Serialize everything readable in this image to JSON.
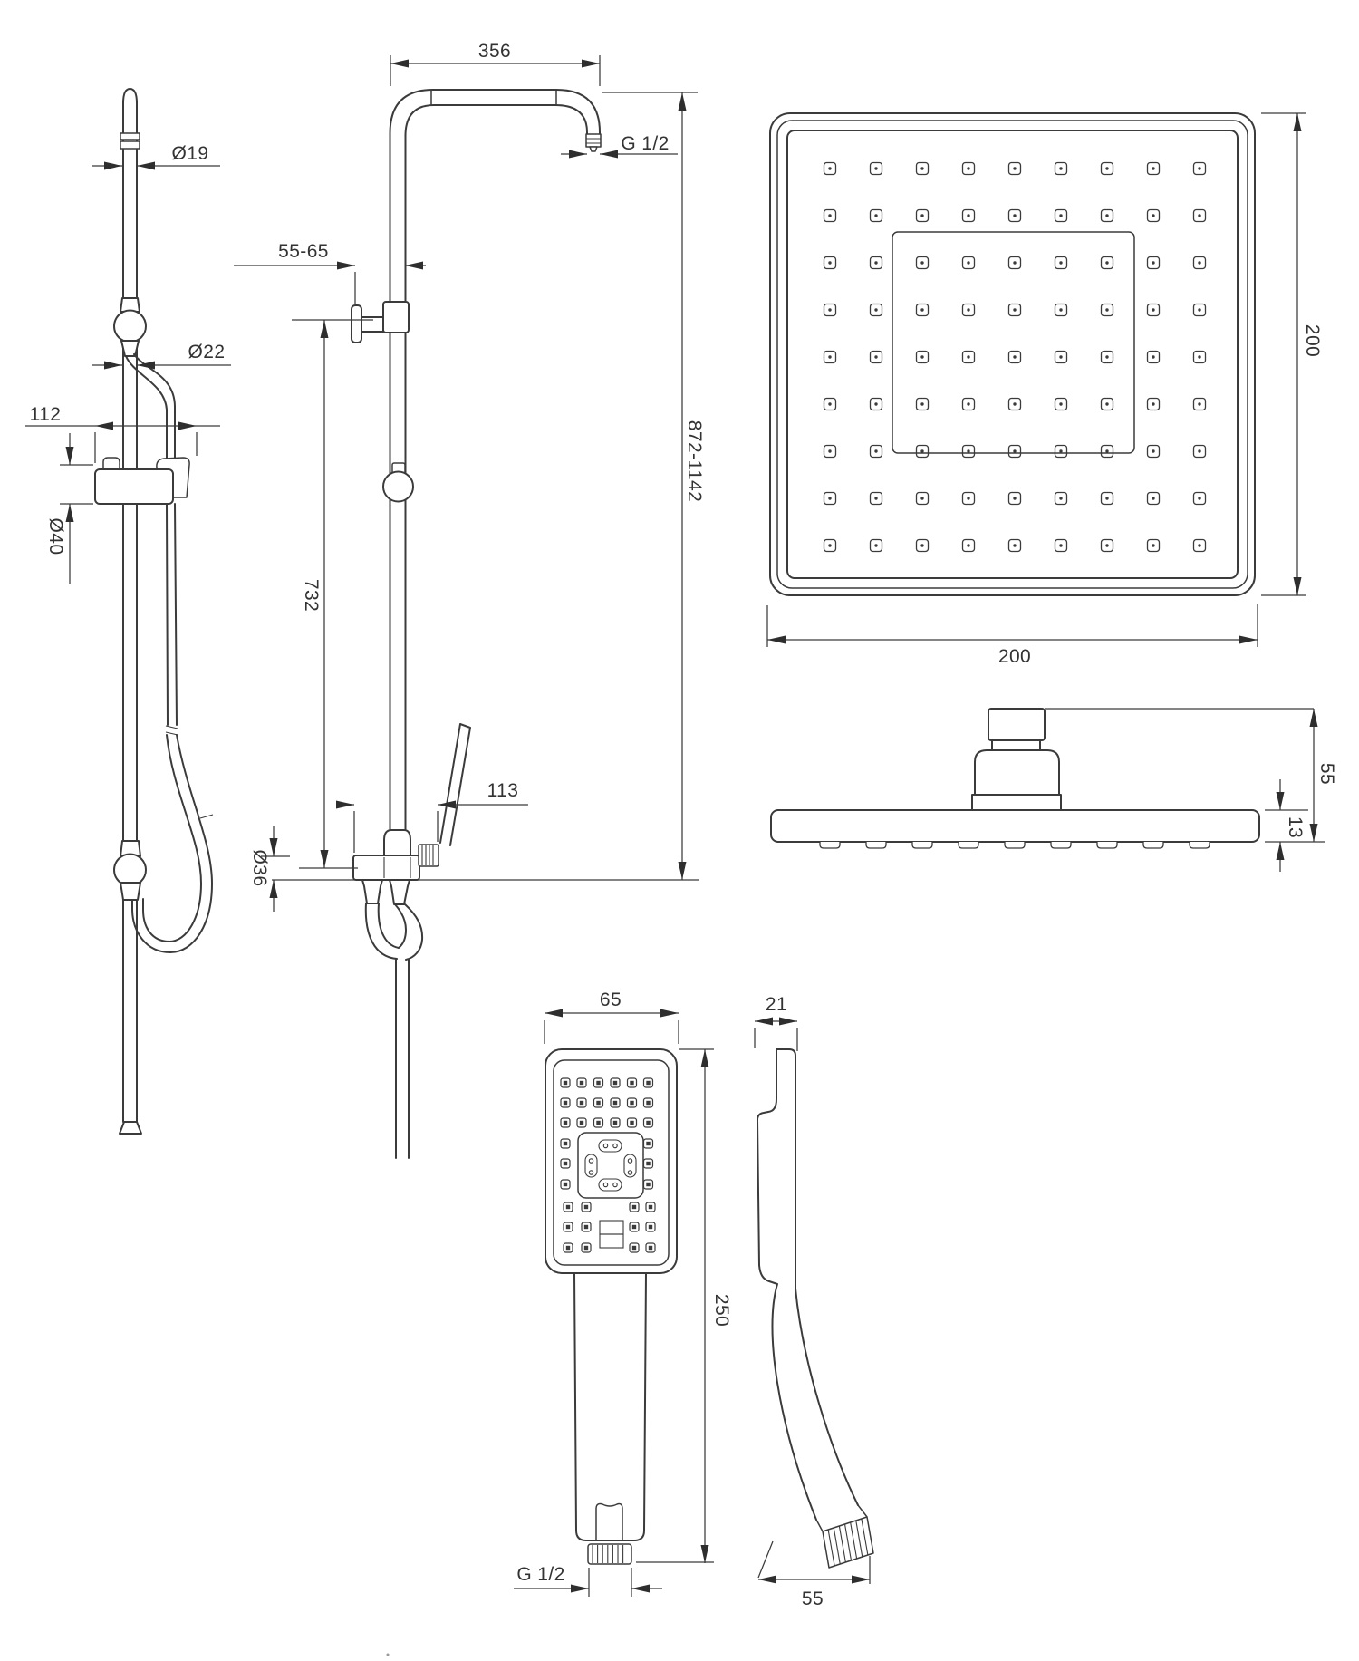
{
  "figure": {
    "type": "technical-dimension-drawing",
    "subject": "shower column set with overhead square shower head and square hand shower",
    "background": "#ffffff",
    "line_color": "#3b3b3b",
    "text_color": "#333333",
    "grids": {
      "head_nozzles": {
        "cols": 9,
        "rows": 9
      },
      "head_side_bumps": 9,
      "hand_top": {
        "rows": 3,
        "cols": 6
      },
      "hand_side_rows": 3,
      "hand_bottom": {
        "rows": 3,
        "cols": 4
      }
    }
  },
  "dims": {
    "rail_top_d": "Ø19",
    "rail_d": "Ø22",
    "holder_w": "112",
    "holder_h": "Ø40",
    "arm_reach": "356",
    "arm_thread": "G 1/2",
    "wall_offset": "55-65",
    "total_height": "872-1142",
    "rail_len": "732",
    "outlet_offset": "113",
    "tee_d": "Ø36",
    "head_w": "200",
    "head_h": "200",
    "head_total_h": "55",
    "head_thickness": "13",
    "hand_w": "65",
    "hand_len": "250",
    "hand_thread": "G 1/2",
    "hand_depth_top": "21",
    "hand_depth_bottom": "55"
  }
}
